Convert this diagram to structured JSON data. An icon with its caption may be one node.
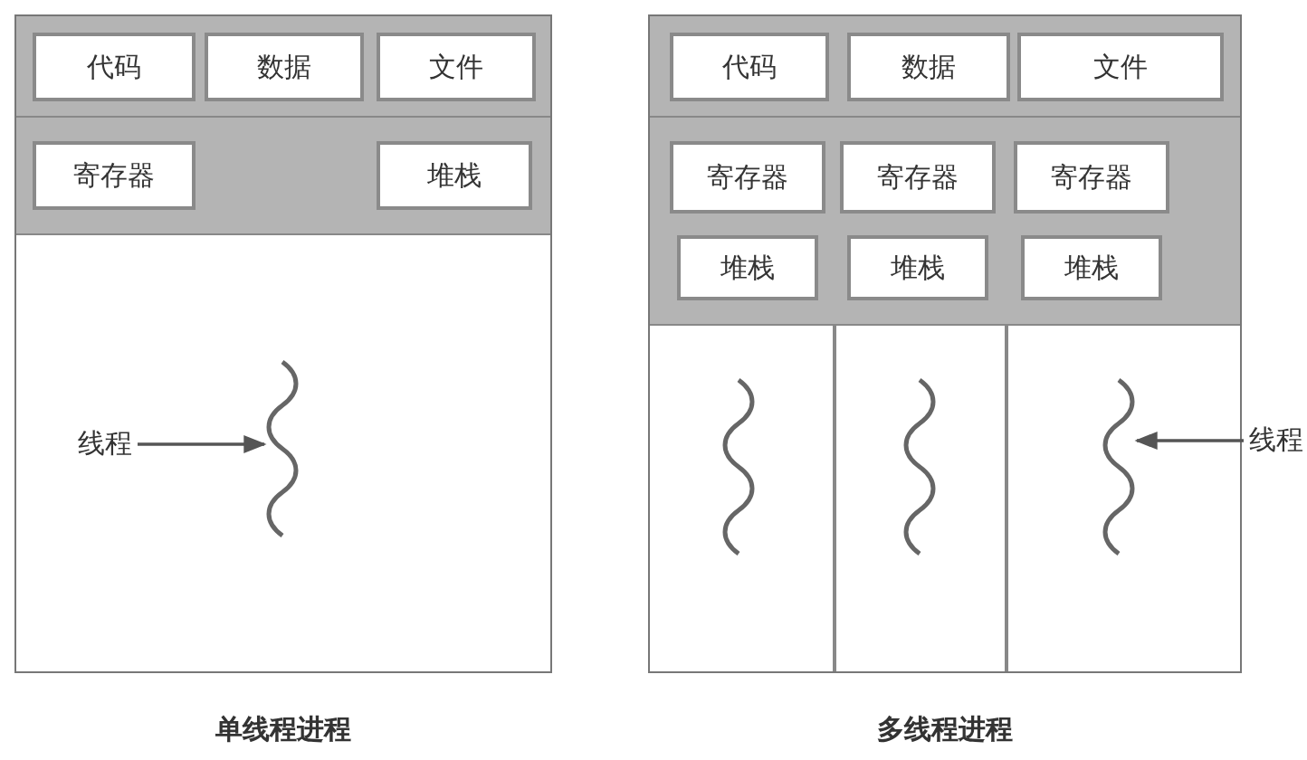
{
  "diagram": {
    "nodes": [
      {
        "text": [
          "单线程进程"
        ]
      },
      {
        "text": [
          "代码"
        ],
        "in": 0
      },
      {
        "text": [
          "数据"
        ],
        "in": 0
      },
      {
        "text": [
          "文件"
        ],
        "in": 0
      },
      {
        "text": [
          "寄存器"
        ],
        "in": 0
      },
      {
        "text": [
          "堆栈"
        ],
        "in": 0
      },
      {
        "text": [],
        "shape": "wave",
        "in": 0
      },
      {
        "text": [
          "线程"
        ],
        "in": 0
      },
      {
        "text": [
          "多线程进程"
        ]
      },
      {
        "text": [
          "代码"
        ],
        "in": 8
      },
      {
        "text": [
          "数据"
        ],
        "in": 8
      },
      {
        "text": [
          "文件"
        ],
        "in": 8
      },
      {
        "text": [
          "寄存器"
        ],
        "in": 8
      },
      {
        "text": [
          "寄存器"
        ],
        "in": 8
      },
      {
        "text": [
          "寄存器"
        ],
        "in": 8
      },
      {
        "text": [
          "堆栈"
        ],
        "in": 8
      },
      {
        "text": [
          "堆栈"
        ],
        "in": 8
      },
      {
        "text": [
          "堆栈"
        ],
        "in": 8
      },
      {
        "text": [],
        "shape": "wave",
        "in": 8
      },
      {
        "text": [],
        "shape": "wave",
        "in": 8
      },
      {
        "text": [],
        "shape": "wave",
        "in": 8
      },
      {
        "text": [
          "线程"
        ]
      }
    ],
    "edges": [
      {
        "from": 7,
        "to": 6,
        "arrow": "to"
      },
      {
        "from": 21,
        "to": 20,
        "arrow": "to"
      }
    ]
  }
}
